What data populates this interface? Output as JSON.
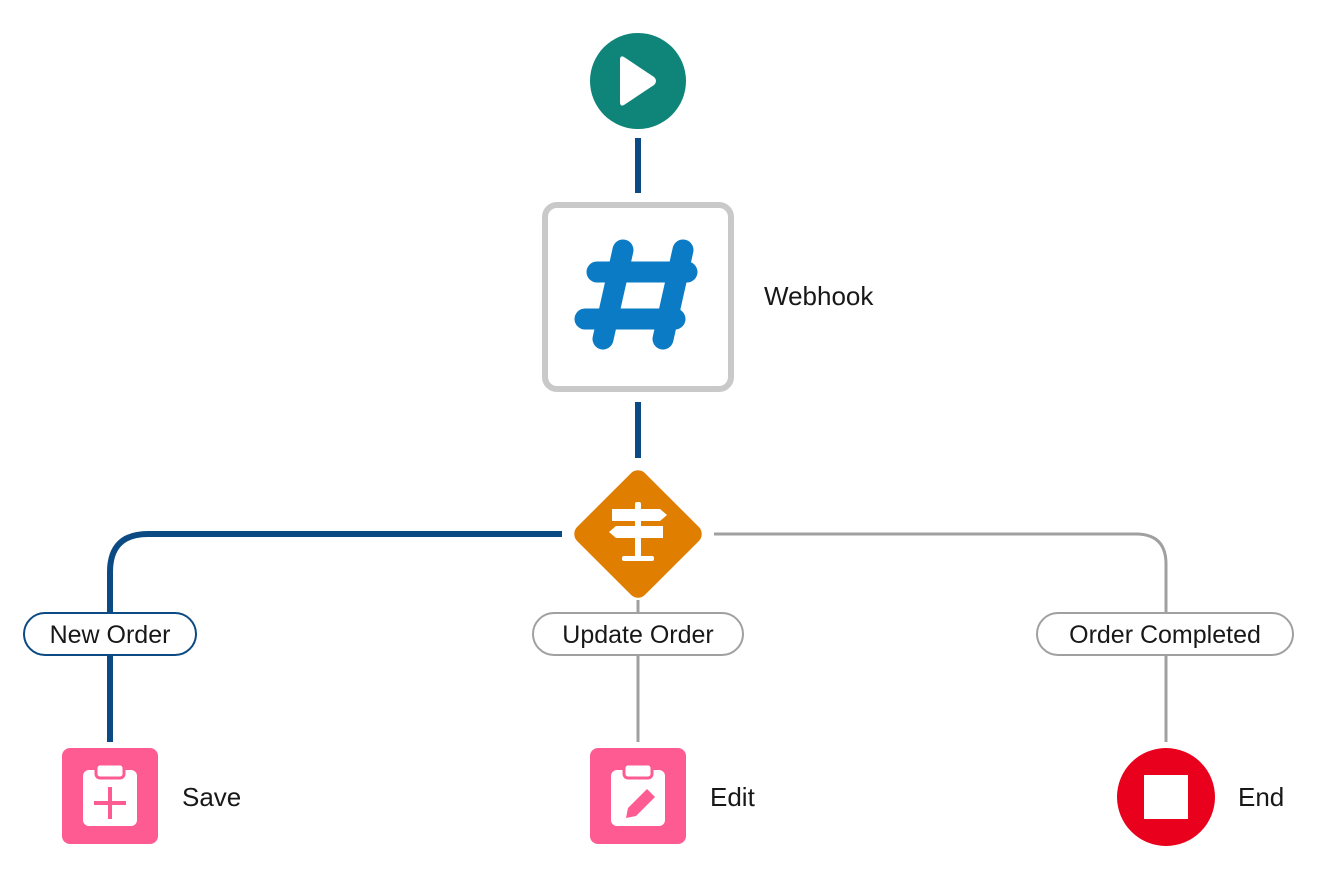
{
  "flow": {
    "start": {
      "icon": "play-icon",
      "color": "#0f857a"
    },
    "webhook": {
      "label": "Webhook",
      "icon": "hashtag-icon",
      "color": "#0a7bc4"
    },
    "decision": {
      "icon": "signpost-icon",
      "color": "#e07e00"
    },
    "branches": [
      {
        "label": "New Order",
        "active": true
      },
      {
        "label": "Update Order",
        "active": false
      },
      {
        "label": "Order Completed",
        "active": false
      }
    ],
    "actions": [
      {
        "label": "Save",
        "icon": "clipboard-plus-icon",
        "color": "#ff5b93"
      },
      {
        "label": "Edit",
        "icon": "clipboard-pencil-icon",
        "color": "#ff5b93"
      },
      {
        "label": "End",
        "icon": "stop-icon",
        "color": "#e8001c"
      }
    ],
    "colors": {
      "active_path": "#0b4a82",
      "inactive_path": "#a0a0a0"
    }
  }
}
